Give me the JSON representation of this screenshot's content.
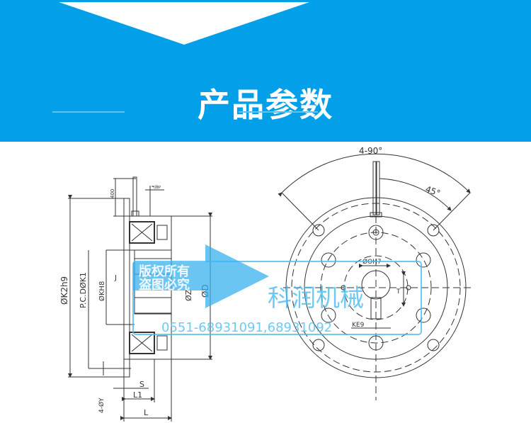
{
  "header": {
    "title": "产品参数",
    "color": "#039fe8"
  },
  "drawing": {
    "side_view": {
      "labels": {
        "k2": "ØK2h9",
        "pcd": "P.C.DØK1",
        "kh": "ØKH8",
        "d": "ØD",
        "z": "ØZ",
        "j": "J",
        "lead": "400",
        "y": "4-ØY",
        "s": "S",
        "l1": "L1",
        "l": "L",
        "gap": "气隙P"
      }
    },
    "front_view": {
      "labels": {
        "angle_spacing": "4-90°",
        "angle_offset": "45°",
        "bore": "ØOH7",
        "t": "T",
        "key": "KE9"
      }
    }
  },
  "watermark": {
    "copyright": "版权所有",
    "copyright2": "盗图必究",
    "company": "科润机械",
    "phone": "0551-68931091,68931092"
  }
}
